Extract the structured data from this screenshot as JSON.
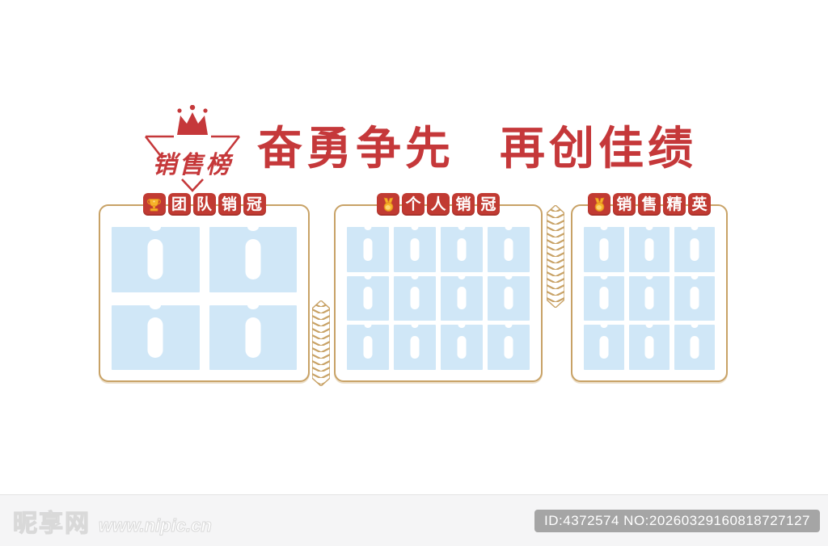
{
  "logo": {
    "text": "销售榜"
  },
  "title": {
    "part1": "奋勇争先",
    "part2": "再创佳绩"
  },
  "panels": [
    {
      "key": "team-sales-champion",
      "label": "团队销冠",
      "chars": [
        "团",
        "队",
        "销",
        "冠"
      ],
      "icon": "trophy-icon",
      "cols": 2,
      "rows": 2,
      "card_size": "large"
    },
    {
      "key": "individual-sales-champion",
      "label": "个人销冠",
      "chars": [
        "个",
        "人",
        "销",
        "冠"
      ],
      "icon": "medal-icon",
      "cols": 4,
      "rows": 3,
      "card_size": "small"
    },
    {
      "key": "sales-elite",
      "label": "销售精英",
      "chars": [
        "销",
        "售",
        "精",
        "英"
      ],
      "icon": "medal-icon",
      "cols": 3,
      "rows": 3,
      "card_size": "small"
    }
  ],
  "colors": {
    "title_red": "#c5383a",
    "badge_red": "#c13a32",
    "gold": "#c8a266",
    "card_blue": "#d0e7f7"
  },
  "footer": {
    "site_name": "昵享网",
    "site_url": "www.nipic.cn",
    "id_label": "ID:4372574 NO:20260329160818727127"
  }
}
